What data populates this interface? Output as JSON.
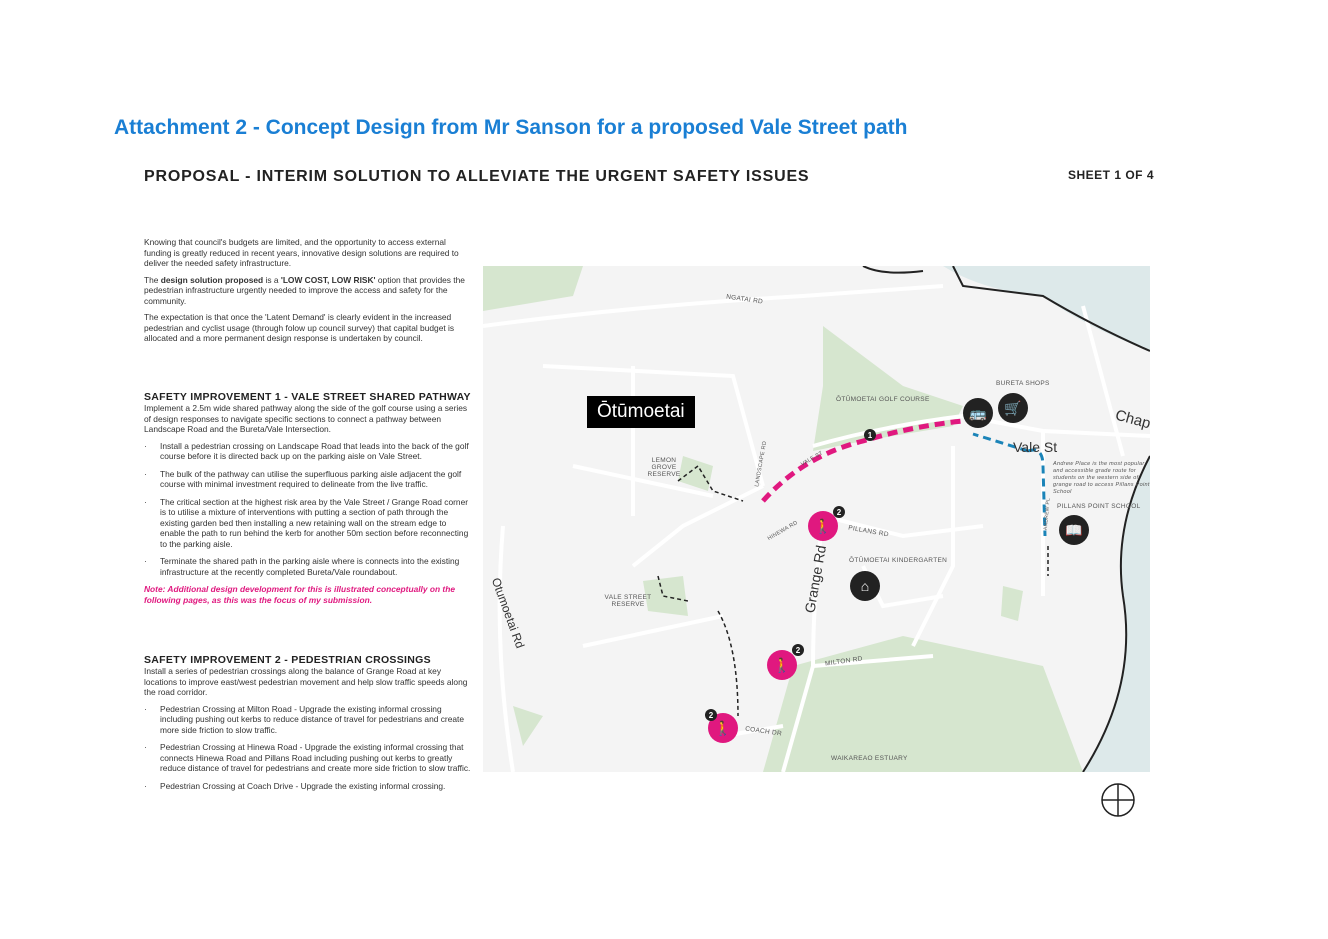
{
  "header": {
    "attachment_title": "Attachment 2 - Concept Design from Mr Sanson for a proposed Vale Street path",
    "proposal_title": "PROPOSAL - INTERIM SOLUTION TO ALLEVIATE THE URGENT SAFETY ISSUES",
    "sheet": "SHEET 1 OF 4"
  },
  "intro": {
    "p1": "Knowing that council's budgets are limited, and the opportunity to access external funding is greatly reduced in recent years, innovative design solutions are required to deliver the needed safety infrastructure.",
    "p2_lead": "The ",
    "p2_bold": "design solution proposed",
    "p2_mid": " is a ",
    "p2_bold2": "'LOW COST, LOW RISK'",
    "p2_rest": " option that provides the pedestrian infrastructure urgently needed to improve the access and safety for the community.",
    "p3": "The expectation is that once the 'Latent Demand' is clearly evident in the increased pedestrian and cyclist usage (through folow up council survey) that capital budget is allocated and a more permanent design response is undertaken by council."
  },
  "improvement1": {
    "heading": "SAFETY IMPROVEMENT 1 - VALE STREET SHARED PATHWAY",
    "desc": "Implement a 2.5m wide shared pathway along the side of the golf course using a series of design responses to navigate specific sections to connect a pathway between Landscape Road and the Bureta/Vale Intersection.",
    "bullets": [
      "Install a pedestrian crossing on Landscape Road that leads into the back of the golf course before it is directed back up on the parking aisle on Vale Street.",
      "The bulk of the pathway can utilise the superfluous parking aisle adjacent the golf course with minimal investment required to delineate from the live traffic.",
      "The critical section at the highest risk area by the Vale Street / Grange Road corner is to utilise a mixture of interventions with putting a section of path through the existing garden bed then installing a new retaining wall on the stream edge to enable the path to run behind the kerb for another 50m section before reconnecting to the parking aisle.",
      "Terminate the shared path in the parking aisle where is connects into the existing infrastructure at the recently completed Bureta/Vale roundabout."
    ],
    "note": "Note: Additional design development for this is illustrated conceptually on the following pages, as this was the focus of my submission."
  },
  "improvement2": {
    "heading": "SAFETY IMPROVEMENT  2 - PEDESTRIAN CROSSINGS",
    "desc": "Install a series of pedestrian crossings along the balance of Grange Road at key locations to improve east/west pedestrian movement and help slow traffic speeds along the road corridor.",
    "bullets": [
      "Pedestrian Crossing at Milton Road - Upgrade the existing informal crossing including pushing out kerbs to reduce distance of travel for pedestrians and create more side friction to slow traffic.",
      "Pedestrian Crossing at Hinewa Road - Upgrade the existing informal crossing that connects Hinewa Road and Pillans Road including pushing out kerbs to greatly reduce distance of travel for pedestrians and create more side friction to slow traffic.",
      "Pedestrian Crossing at Coach Drive - Upgrade the existing informal crossing."
    ]
  },
  "map": {
    "suburb": "Ōtūmoetai",
    "labels": {
      "ngatai": "NGATAI RD",
      "golf": "ŌTŪMOETAI GOLF COURSE",
      "bureta": "BURETA SHOPS",
      "chap": "Chap",
      "vale_st": "Vale St",
      "andrew_note": "Andrew Place is the most popular and accessible grade route for students on the western side of grange road to access Pillans Point School",
      "pillans_school": "PILLANS POINT SCHOOL",
      "andrew_pl": "ANDREW PL",
      "lemon": "LEMON GROVE RESERVE",
      "landscape": "LANDSCAPE RD",
      "vale_small": "VALE ST",
      "hinewa": "HINEWA RD",
      "pillans_rd": "PILLANS RD",
      "grange": "Grange Rd",
      "kinder": "ŌTŪMOETAI KINDERGARTEN",
      "vale_reserve": "VALE STREET RESERVE",
      "otumoetai_rd": "Otumoetai Rd",
      "milton": "MILTON RD",
      "coach": "COACH DR",
      "estuary": "WAIKAREAO ESTUARY"
    },
    "badges": {
      "one": "1",
      "two": "2"
    }
  },
  "colors": {
    "accent_blue": "#1a7fd4",
    "path_pink": "#e0187f",
    "route_blue": "#1b84b8",
    "green": "#d6e6cf",
    "water": "#dde9ea"
  }
}
